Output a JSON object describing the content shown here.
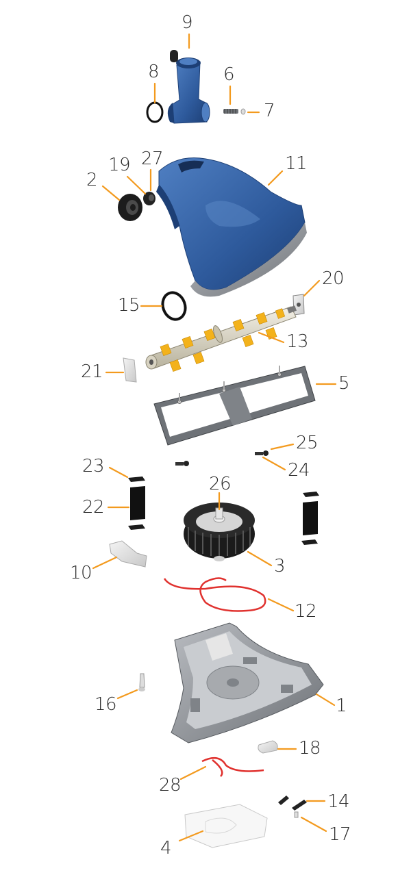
{
  "diagram": {
    "parts": [
      {
        "id": "9",
        "name": "swivel-hose-connector"
      },
      {
        "id": "8",
        "name": "o-ring"
      },
      {
        "id": "6",
        "name": "pivot-pin"
      },
      {
        "id": "7",
        "name": "pin-washer"
      },
      {
        "id": "2",
        "name": "bearing-wheel"
      },
      {
        "id": "19",
        "name": "bushing"
      },
      {
        "id": "27",
        "name": "bushing-cap"
      },
      {
        "id": "11",
        "name": "top-cover"
      },
      {
        "id": "15",
        "name": "drive-belt"
      },
      {
        "id": "20",
        "name": "side-bracket"
      },
      {
        "id": "13",
        "name": "brush-roller"
      },
      {
        "id": "21",
        "name": "side-pad"
      },
      {
        "id": "5",
        "name": "frame"
      },
      {
        "id": "23",
        "name": "block-cap"
      },
      {
        "id": "25",
        "name": "screw-washer"
      },
      {
        "id": "24",
        "name": "screw"
      },
      {
        "id": "26",
        "name": "turbine-hub"
      },
      {
        "id": "22",
        "name": "weight-block"
      },
      {
        "id": "10",
        "name": "clip"
      },
      {
        "id": "3",
        "name": "turbine"
      },
      {
        "id": "12",
        "name": "gasket-upper"
      },
      {
        "id": "1",
        "name": "base"
      },
      {
        "id": "16",
        "name": "pin"
      },
      {
        "id": "18",
        "name": "latch"
      },
      {
        "id": "28",
        "name": "gasket-lower"
      },
      {
        "id": "14",
        "name": "clip-pair"
      },
      {
        "id": "17",
        "name": "small-screw"
      },
      {
        "id": "4",
        "name": "bottom-plate"
      }
    ],
    "colors": {
      "leader": "#f39a1e",
      "blue": "#2f5fa3",
      "grey": "#8a8d92",
      "dark": "#222222",
      "gasket": "#e0312e",
      "brush": "#f3b21b"
    }
  }
}
